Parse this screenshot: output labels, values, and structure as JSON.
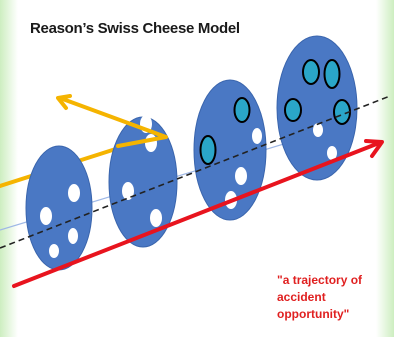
{
  "title": "Reason’s Swiss Cheese Model",
  "caption": {
    "line1": "\"a trajectory of",
    "line2": "accident",
    "line3": "opportunity\""
  },
  "colors": {
    "slice_fill": "#4a78c4",
    "slice_edge": "#3a65ad",
    "hole_fill": "#ffffff",
    "blocked_hole_fill": "#2aa6c8",
    "blocked_hole_outline": "#000000",
    "yellow_arrow": "#f5b400",
    "red_arrow": "#e8141e",
    "dashed_line": "#222222",
    "blue_line": "#9fb8e6",
    "caption_text": "#e02020",
    "side_tint": "#cdeec0"
  },
  "slices": [
    {
      "name": "slice-1",
      "holes": 4,
      "blocked_holes": 0
    },
    {
      "name": "slice-2",
      "holes": 4,
      "blocked_holes": 0
    },
    {
      "name": "slice-3",
      "holes": 3,
      "blocked_holes": 2
    },
    {
      "name": "slice-4",
      "holes": 2,
      "blocked_holes": 4
    }
  ],
  "arrows": [
    {
      "name": "yellow-trajectory-arrow",
      "meaning": "trajectory stopped by a layer"
    },
    {
      "name": "red-trajectory-arrow",
      "meaning": "trajectory passing through all layers"
    }
  ]
}
